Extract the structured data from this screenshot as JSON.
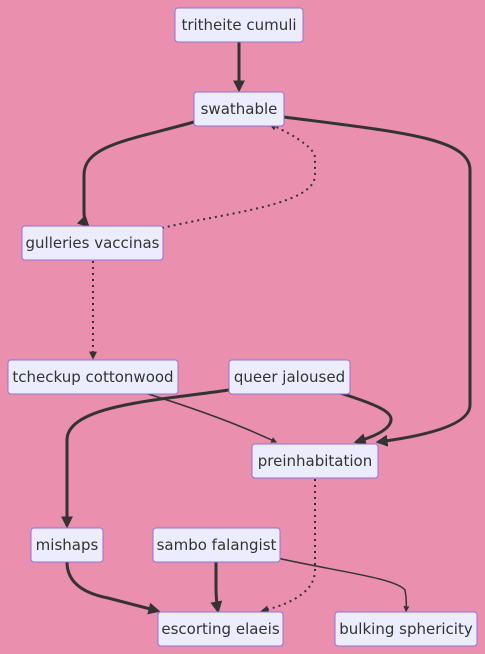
{
  "nodes": [
    {
      "id": "n1",
      "label": "tritheite cumuli"
    },
    {
      "id": "n2",
      "label": "swathable"
    },
    {
      "id": "n3",
      "label": "gulleries vaccinas"
    },
    {
      "id": "n4",
      "label": "tcheckup cottonwood"
    },
    {
      "id": "n5",
      "label": "queer jaloused"
    },
    {
      "id": "n6",
      "label": "preinhabitation"
    },
    {
      "id": "n7",
      "label": "mishaps"
    },
    {
      "id": "n8",
      "label": "sambo falangist"
    },
    {
      "id": "n9",
      "label": "escorting elaeis"
    },
    {
      "id": "n10",
      "label": "bulking sphericity"
    }
  ],
  "edges": [
    {
      "from": "n1",
      "to": "n2",
      "style": "thick"
    },
    {
      "from": "n2",
      "to": "n3",
      "style": "thick"
    },
    {
      "from": "n3",
      "to": "n2",
      "style": "dotted"
    },
    {
      "from": "n2",
      "to": "n6",
      "style": "thick"
    },
    {
      "from": "n3",
      "to": "n4",
      "style": "dotted"
    },
    {
      "from": "n4",
      "to": "n6",
      "style": "normal"
    },
    {
      "from": "n5",
      "to": "n6",
      "style": "thick"
    },
    {
      "from": "n5",
      "to": "n7",
      "style": "thick"
    },
    {
      "from": "n7",
      "to": "n9",
      "style": "thick"
    },
    {
      "from": "n8",
      "to": "n9",
      "style": "thick"
    },
    {
      "from": "n6",
      "to": "n9",
      "style": "dotted"
    },
    {
      "from": "n8",
      "to": "n10",
      "style": "normal"
    }
  ],
  "colors": {
    "background": "#ea8fae",
    "node_fill": "#ececff",
    "node_border": "#9370db",
    "edge": "#333333",
    "text": "#333333"
  }
}
